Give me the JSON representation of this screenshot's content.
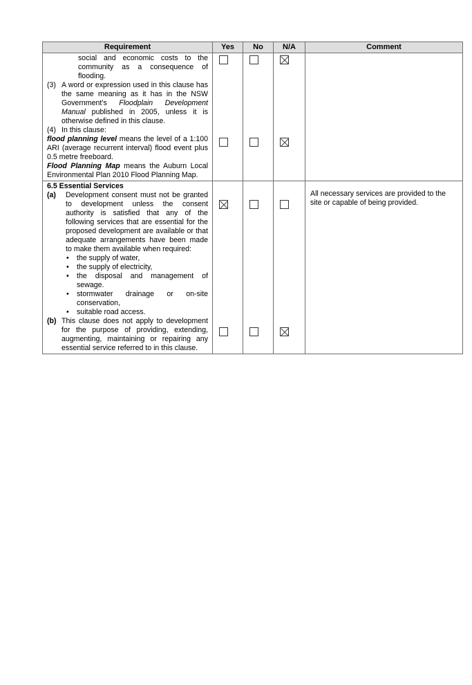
{
  "table": {
    "headers": {
      "requirement": "Requirement",
      "yes": "Yes",
      "no": "No",
      "na": "N/A",
      "comment": "Comment"
    }
  },
  "row1": {
    "cont_text": "social and economic costs to the community as a consequence of flooding.",
    "item3": {
      "num": "(3)",
      "text_a": "A word or expression used in this clause has the same meaning as it has in the NSW Government’s ",
      "text_em": "Floodplain Development Manual",
      "text_b": " published in 2005, unless it is otherwise defined in this clause."
    },
    "item4": {
      "num": "(4)",
      "text": "In this clause:",
      "def1_term": "flood planning level",
      "def1_text": " means the level of a 1:100 ARI (average recurrent interval) flood event plus 0.5 metre freeboard.",
      "def2_term": "Flood Planning Map",
      "def2_text": " means the Auburn Local Environmental Plan 2010 Flood Planning Map."
    },
    "checks_top": {
      "yes": false,
      "no": false,
      "na": true
    },
    "checks_bottom": {
      "yes": false,
      "no": false,
      "na": true
    },
    "comment": ""
  },
  "row2": {
    "heading": "6.5 Essential Services",
    "item_a": {
      "label": "(a)",
      "text": "Development consent must not be granted to development unless the consent authority is satisfied that any of the following services that are essential for the proposed development are available or that adequate arrangements have been made to make them available when required:",
      "bullets": [
        "the supply of water,",
        "the supply of electricity,",
        "the disposal and management of sewage.",
        "stormwater drainage or on-site conservation,",
        "suitable road access."
      ]
    },
    "item_b": {
      "label": "(b)",
      "text": "This clause does not apply to development for the purpose of providing, extending, augmenting, maintaining or repairing any essential service referred to in this clause."
    },
    "checks_top": {
      "yes": true,
      "no": false,
      "na": false
    },
    "checks_bottom": {
      "yes": false,
      "no": false,
      "na": true
    },
    "comment": "All necessary services are provided to the site or capable of being provided."
  }
}
